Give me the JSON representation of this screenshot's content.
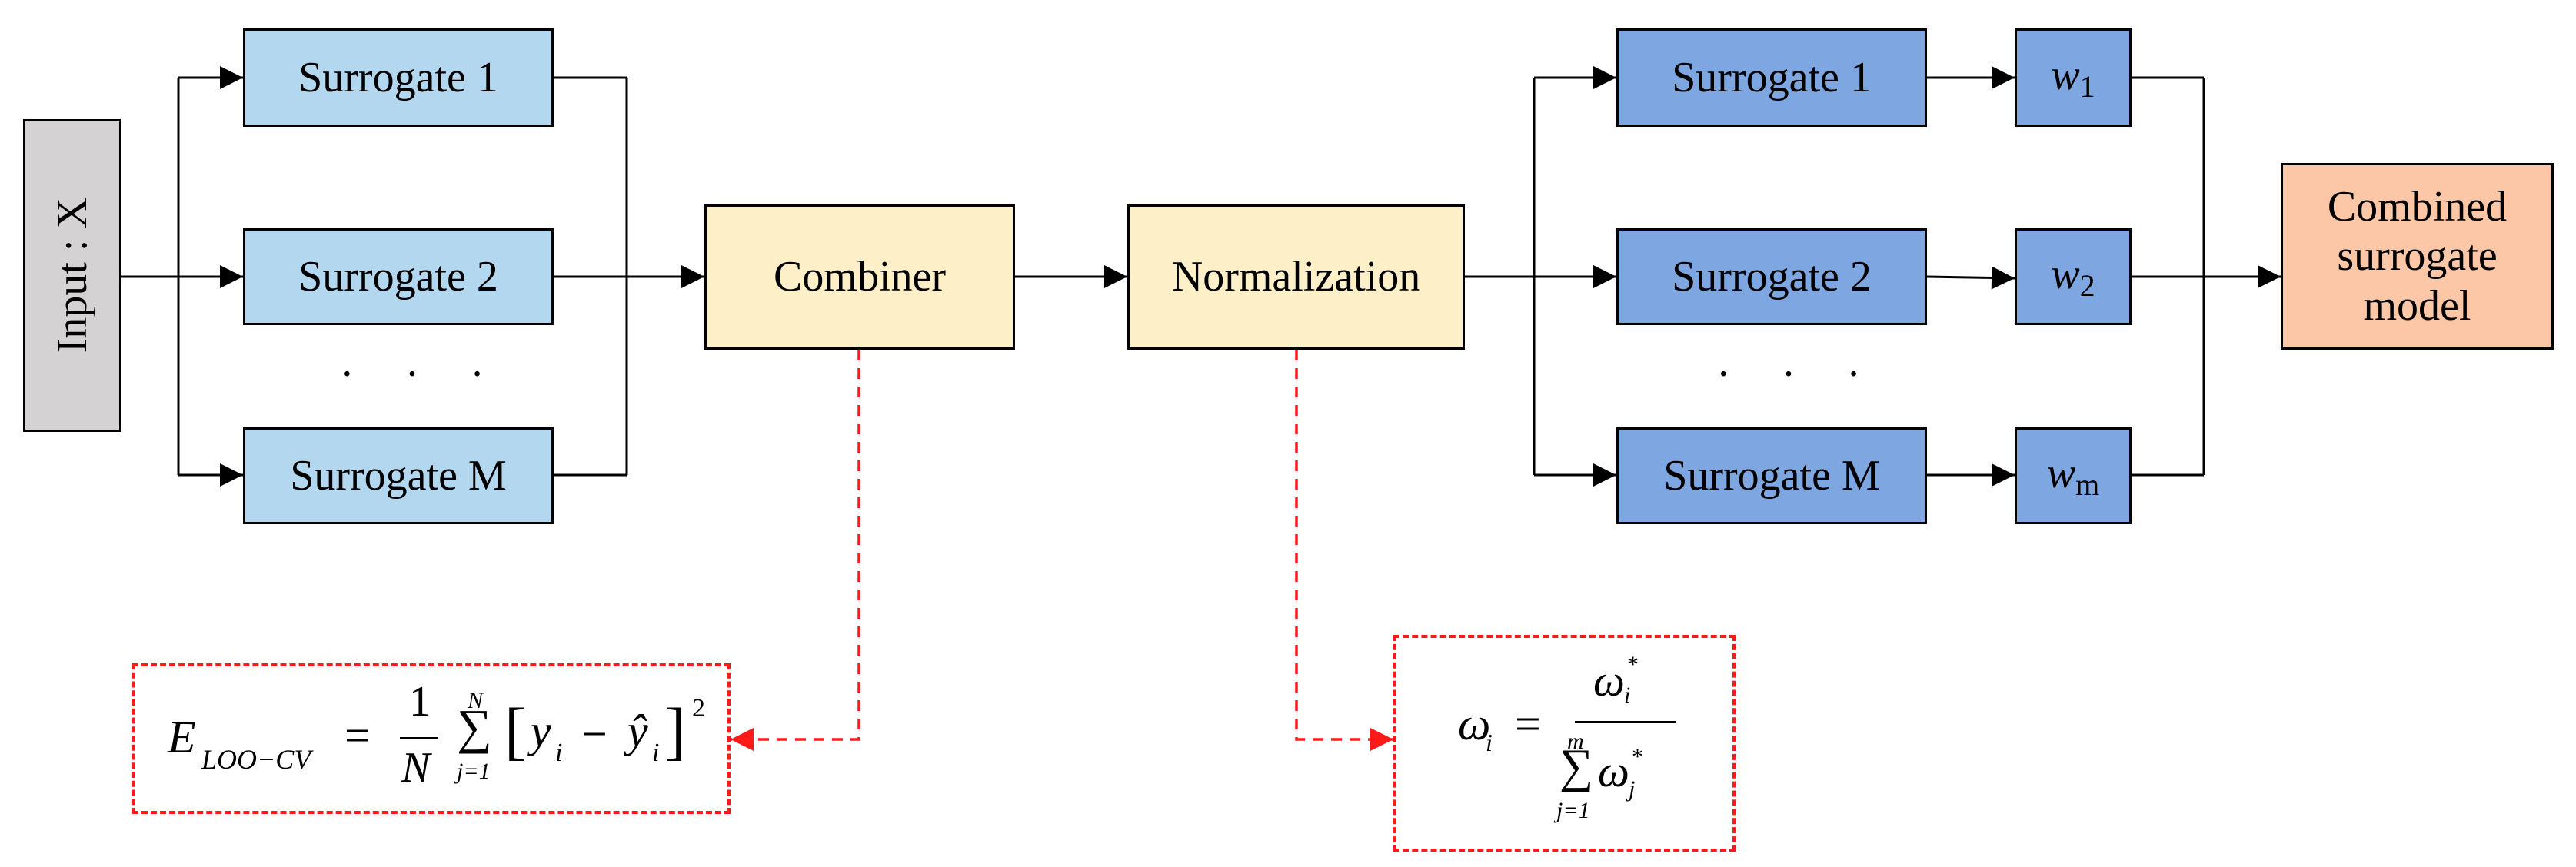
{
  "input": {
    "label": "Input : X"
  },
  "stage1": {
    "surrogates": [
      "Surrogate 1",
      "Surrogate 2",
      "Surrogate M"
    ],
    "ellipsis": "· · ·"
  },
  "combiner": {
    "label": "Combiner"
  },
  "normalization": {
    "label": "Normalization"
  },
  "stage2": {
    "surrogates": [
      "Surrogate 1",
      "Surrogate 2",
      "Surrogate M"
    ],
    "ellipsis": "· · ·",
    "weights": [
      {
        "symbol": "w",
        "sub": "1"
      },
      {
        "symbol": "w",
        "sub": "2"
      },
      {
        "symbol": "w",
        "sub": "m"
      }
    ]
  },
  "output": {
    "label": "Combined surrogate model"
  },
  "formula_loo": {
    "lhs": "E",
    "lhs_sub": "LOO−CV",
    "equals": "=",
    "frac_num": "1",
    "frac_den": "N",
    "sum_upper": "N",
    "sum_lower": "j=1",
    "sum_symbol": "∑",
    "bracket_open": "[",
    "y": "y",
    "y_sub": "i",
    "minus": "−",
    "yhat": "ŷ",
    "yhat_sub": "i",
    "bracket_close": "]",
    "power": "2"
  },
  "formula_norm": {
    "lhs": "ω",
    "lhs_sub": "i",
    "equals": "=",
    "num": "ω",
    "num_sub": "i",
    "num_sup": "*",
    "sum_symbol": "∑",
    "sum_upper": "m",
    "sum_lower": "j=1",
    "den": "ω",
    "den_sub": "j",
    "den_sup": "*"
  },
  "colors": {
    "input_fill": "#d4d2d3",
    "surrogate_light": "#b3d7ef",
    "surrogate_dark": "#7ea6e0",
    "process_fill": "#fdf0c9",
    "output_fill": "#fcc7a6",
    "dashed_red": "#ff1a1a"
  }
}
